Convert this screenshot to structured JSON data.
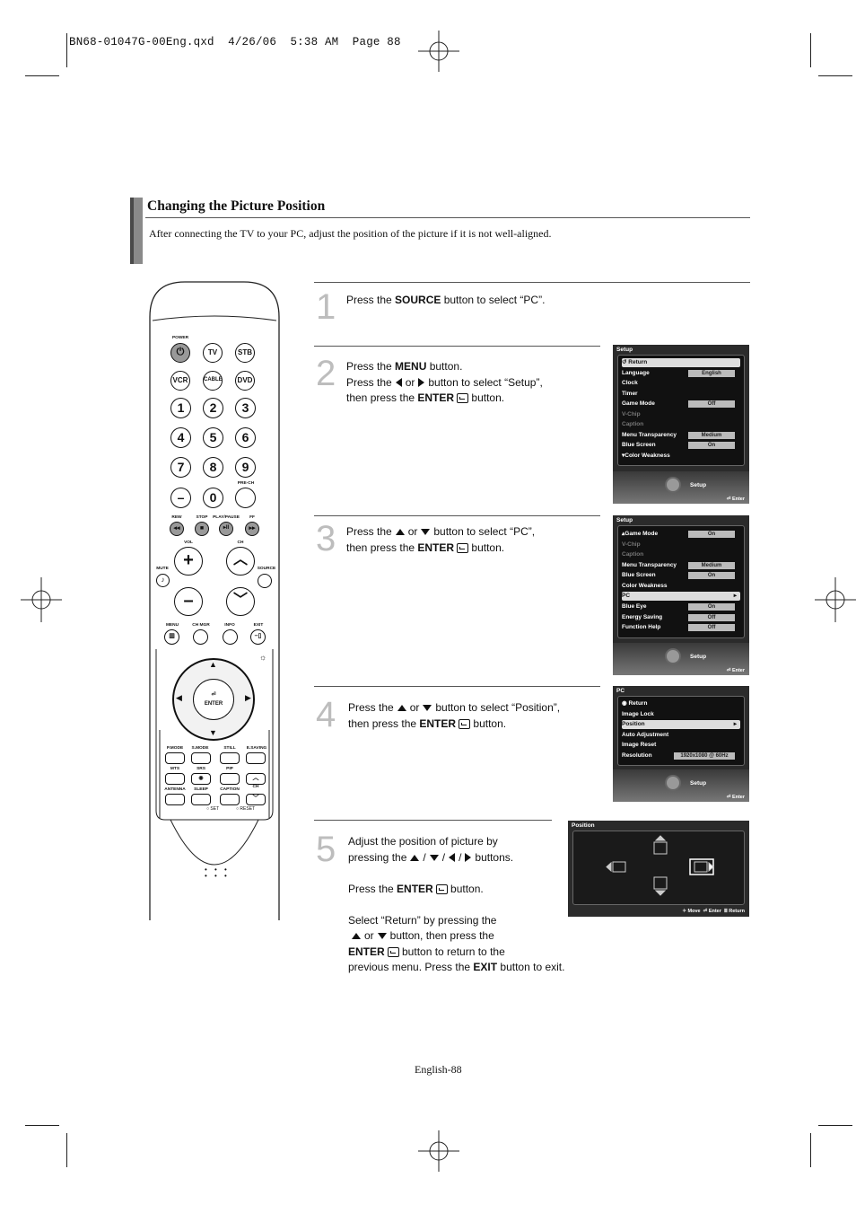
{
  "header": {
    "filename": "BN68-01047G-00Eng.qxd",
    "date": "4/26/06",
    "time": "5:38 AM",
    "page_label": "Page 88"
  },
  "section": {
    "title": "Changing the Picture Position",
    "intro": "After connecting the TV to your PC, adjust the position of the picture if it is not well-aligned."
  },
  "steps": [
    {
      "num": "1",
      "text_a": "Press the ",
      "key": "SOURCE",
      "text_b": " button to select “PC”."
    },
    {
      "num": "2",
      "l1a": "Press the ",
      "l1key": "MENU",
      "l1b": " button.",
      "l2a": "Press the",
      "l2or": "or",
      "l2b": "button to select “Setup”,",
      "l3a": "then press  the ",
      "l3key": "ENTER",
      "l3b": " button."
    },
    {
      "num": "3",
      "l1a": "Press the",
      "l1or": "or",
      "l1b": "button to select “PC”,",
      "l2a": "then press the ",
      "l2key": "ENTER",
      "l2b": " button."
    },
    {
      "num": "4",
      "l1a": "Press the",
      "l1or": "or",
      "l1b": "button to select “Position”,",
      "l2a": "then press the ",
      "l2key": "ENTER",
      "l2b": " button."
    },
    {
      "num": "5",
      "l1": "Adjust the position of picture by",
      "l2a": "pressing the",
      "l2b": "buttons.",
      "l3a": "Press the ",
      "l3key": "ENTER",
      "l3b": " button.",
      "l4": "Select “Return” by pressing the",
      "l5or": "or",
      "l5b": "button, then press the",
      "l6key": "ENTER",
      "l6b": " button to return to the",
      "l7a": "previous menu. Press the ",
      "l7key": "EXIT",
      "l7b": " button to exit."
    }
  ],
  "osd_setup": {
    "title": "Setup",
    "rows": [
      {
        "label": "Return",
        "value": ""
      },
      {
        "label": "Language",
        "value": "English"
      },
      {
        "label": "Clock",
        "value": ""
      },
      {
        "label": "Timer",
        "value": ""
      },
      {
        "label": "Game Mode",
        "value": "Off"
      },
      {
        "label": "V-Chip",
        "value": ""
      },
      {
        "label": "Caption",
        "value": ""
      },
      {
        "label": "Menu Transparency",
        "value": "Medium"
      },
      {
        "label": "Blue Screen",
        "value": "On"
      },
      {
        "label": "Color Weakness",
        "value": ""
      }
    ],
    "footer": "Setup",
    "enter": "Enter"
  },
  "osd_setup2": {
    "title": "Setup",
    "rows": [
      {
        "label": "Game Mode",
        "value": "On"
      },
      {
        "label": "V-Chip",
        "value": ""
      },
      {
        "label": "Caption",
        "value": ""
      },
      {
        "label": "Menu Transparency",
        "value": "Medium"
      },
      {
        "label": "Blue Screen",
        "value": "On"
      },
      {
        "label": "Color Weakness",
        "value": ""
      },
      {
        "label": "PC",
        "value": ""
      },
      {
        "label": "Blue Eye",
        "value": "On"
      },
      {
        "label": "Energy Saving",
        "value": "Off"
      },
      {
        "label": "Function Help",
        "value": "Off"
      }
    ],
    "footer": "Setup",
    "enter": "Enter"
  },
  "osd_pc": {
    "title": "PC",
    "rows": [
      {
        "label": "Return",
        "value": ""
      },
      {
        "label": "Image Lock",
        "value": ""
      },
      {
        "label": "Position",
        "value": ""
      },
      {
        "label": "Auto Adjustment",
        "value": ""
      },
      {
        "label": "Image Reset",
        "value": ""
      },
      {
        "label": "Resolution",
        "value": "1920x1080 @ 60Hz"
      }
    ],
    "footer": "Setup",
    "enter": "Enter"
  },
  "osd_position": {
    "title": "Position",
    "move": "Move",
    "enter": "Enter",
    "return": "Return"
  },
  "remote": {
    "power": "POWER",
    "tv": "TV",
    "stb": "STB",
    "vcr": "VCR",
    "cable": "CABLE",
    "dvd": "DVD",
    "digits": [
      "1",
      "2",
      "3",
      "4",
      "5",
      "6",
      "7",
      "8",
      "9"
    ],
    "zero": "0",
    "prech": "PRE-CH",
    "rew": "REW",
    "stop": "STOP",
    "playpause": "PLAY/PAUSE",
    "ff": "FF",
    "vol": "VOL",
    "ch": "CH",
    "mute": "MUTE",
    "source": "SOURCE",
    "menu": "MENU",
    "chmgr": "CH MGR",
    "info": "INFO",
    "exit": "EXIT",
    "enter": "ENTER",
    "pmode": "P.MODE",
    "smode": "S.MODE",
    "still": "STILL",
    "esaving": "E.SAVING",
    "mts": "MTS",
    "srs": "SRS",
    "pip": "PIP",
    "antenna": "ANTENNA",
    "sleep": "SLEEP",
    "caption": "CAPTION",
    "set": "SET",
    "reset": "RESET"
  },
  "footer": {
    "page": "English-88"
  }
}
